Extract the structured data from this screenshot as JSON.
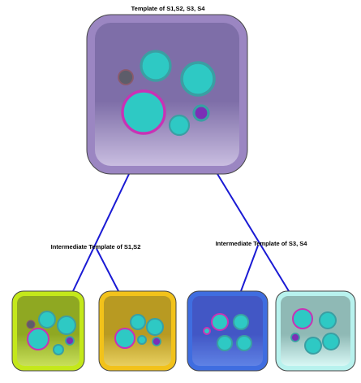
{
  "labels": {
    "top_template": "Template of S1,S2, S3, S4",
    "intermediate_left": "Intermediate Template of S1,S2",
    "intermediate_right": "Intermediate Template of S3, S4"
  },
  "colors": {
    "connector": "#1a1ad4",
    "circle_fill": "#2ec9c4",
    "circle_ring": "#3a9fa3",
    "magenta_ring": "#c932b5",
    "small_purple": "#7b2fb6",
    "dark_circle": "#5d5d6a"
  },
  "templates": [
    {
      "name": "top-template",
      "outer": "#9b86c2",
      "top": "#7e6ea8",
      "bottom": "#c9bde0"
    },
    {
      "name": "s1-template",
      "outer": "#c4e81a",
      "top": "#8fa822",
      "bottom": "#c8e05a"
    },
    {
      "name": "s2-template",
      "outer": "#f2c21a",
      "top": "#b89a22",
      "bottom": "#e8cf5f"
    },
    {
      "name": "s3-template",
      "outer": "#3f6de0",
      "top": "#4257c5",
      "bottom": "#5f82e5"
    },
    {
      "name": "s4-template",
      "outer": "#b8f2ee",
      "top": "#8fb9b5",
      "bottom": "#d8f8f5"
    }
  ]
}
